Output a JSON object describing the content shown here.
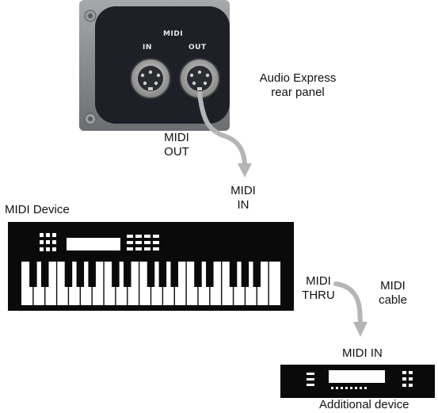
{
  "panel": {
    "title": "MIDI",
    "port_in": "IN",
    "port_out": "OUT",
    "caption_line1": "Audio Express",
    "caption_line2": "rear panel"
  },
  "labels": {
    "midi_out_line1": "MIDI",
    "midi_out_line2": "OUT",
    "midi_in_line1": "MIDI",
    "midi_in_line2": "IN",
    "midi_device": "MIDI Device",
    "midi_thru_line1": "MIDI",
    "midi_thru_line2": "THRU",
    "midi_cable_line1": "MIDI",
    "midi_cable_line2": "cable",
    "midi_in_additional": "MIDI IN",
    "additional_device": "Additional device"
  },
  "colors": {
    "panel_body": "#1d2026",
    "panel_frame": "#8a8c90",
    "cable": "#b5b5b5",
    "device": "#0a0a0a"
  },
  "icons": [
    "screw-icon",
    "din-connector-icon",
    "keyboard-icon",
    "rack-device-icon",
    "arrow-icon"
  ]
}
